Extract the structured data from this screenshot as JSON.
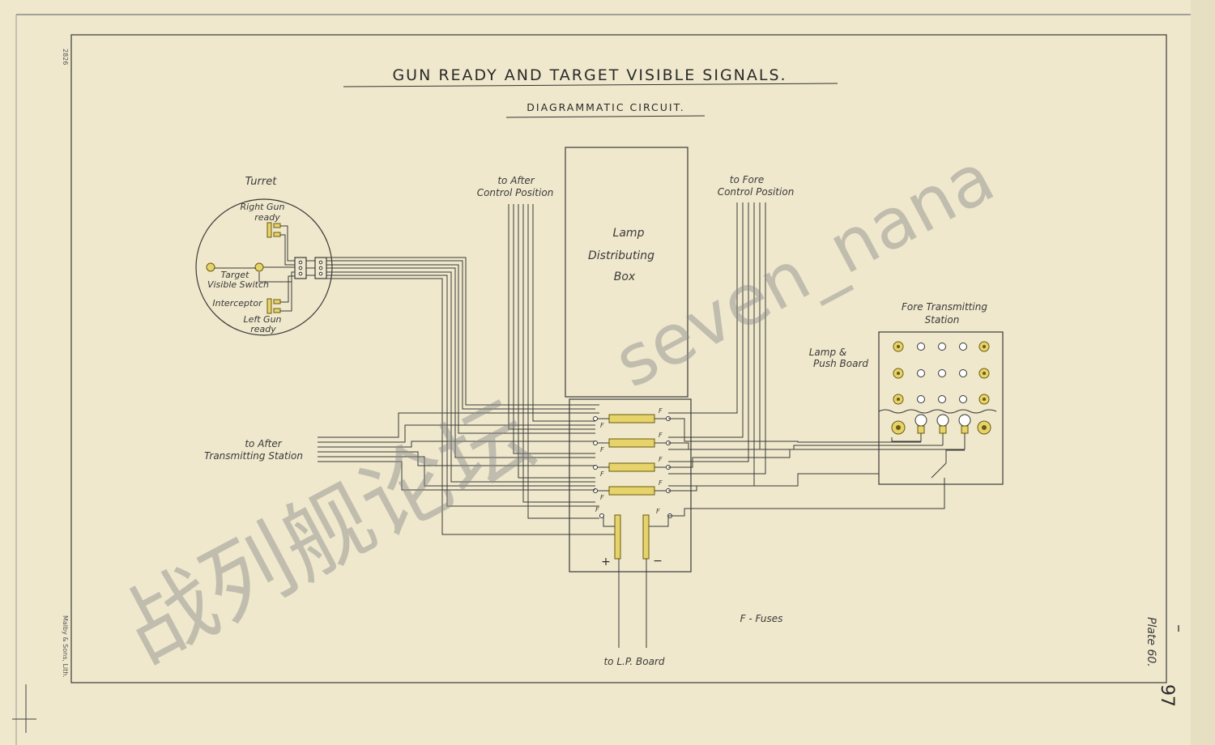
{
  "title": "GUN READY AND TARGET VISIBLE SIGNALS.",
  "subtitle": "DIAGRAMMATIC CIRCUIT.",
  "labels": {
    "turret": "Turret",
    "right_gun_ready": [
      "Right Gun",
      "ready"
    ],
    "target_visible_switch": [
      "Target",
      "Visible Switch"
    ],
    "interceptor": "Interceptor",
    "left_gun_ready": [
      "Left Gun",
      "ready"
    ],
    "to_after_control": [
      "to After",
      "Control Position"
    ],
    "to_fore_control": [
      "to Fore",
      "Control Position"
    ],
    "lamp_distributing_box": [
      "Lamp",
      "Distributing",
      "Box"
    ],
    "fore_transmitting_station": [
      "Fore Transmitting",
      "Station"
    ],
    "lamp_push_board": [
      "Lamp &",
      "Push Board"
    ],
    "to_after_transmitting": [
      "to After",
      "Transmitting Station"
    ],
    "fuses_legend": "F - Fuses",
    "to_lp_board": "to L.P. Board",
    "fuse_mark": "F",
    "plus": "+",
    "minus": "−"
  },
  "margin": {
    "plate_number": "2826",
    "printer": "Malby & Sons, Lith.",
    "plate": "Plate 60.",
    "page": "97"
  },
  "watermark": {
    "latin": "seven_nana",
    "cjk": "战列舰论坛"
  },
  "colors": {
    "paper": "#efe8cc",
    "ink": "#3a3a3a",
    "brass": "#e6d36a"
  }
}
